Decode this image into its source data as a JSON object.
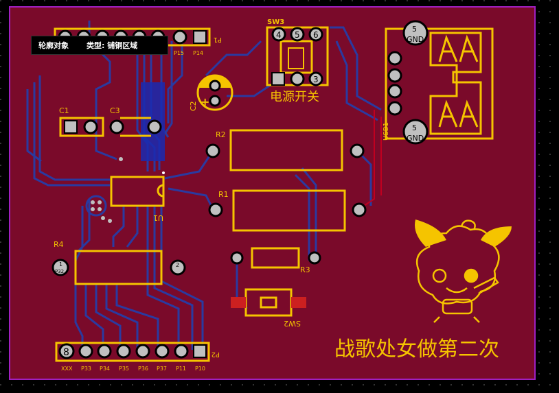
{
  "tooltip": {
    "object_label": "轮廓对象",
    "type_label": "类型: 铺铜区域"
  },
  "components": {
    "sw3": {
      "ref": "SW3",
      "pins": [
        "4",
        "5",
        "6",
        "3"
      ],
      "caption": "电源开关"
    },
    "usb1": {
      "ref": "USB1",
      "pad_label_top": "5",
      "pad_label_bottom": "5",
      "gnd": "GND"
    },
    "c1": {
      "ref": "C1"
    },
    "c3": {
      "ref": "C3"
    },
    "c2": {
      "ref": "C2",
      "polarity": "+"
    },
    "r1": {
      "ref": "R1"
    },
    "r2": {
      "ref": "R2"
    },
    "r3": {
      "ref": "R3"
    },
    "r4": {
      "ref": "R4",
      "pad_label": "P32",
      "pad_num": "1",
      "pad2_num": "2"
    },
    "u1": {
      "ref": "U1"
    },
    "sw2": {
      "ref": "SW2"
    },
    "p1": {
      "ref": "P1",
      "pins": [
        "P15",
        "P14"
      ]
    },
    "p2": {
      "ref": "P2",
      "first_pad": "8",
      "pins": [
        "XXX",
        "P33",
        "P34",
        "P35",
        "P36",
        "P37",
        "P11",
        "P10"
      ]
    }
  },
  "board_text": "战歌处女做第二次",
  "colors": {
    "board": "#7a0a2a",
    "outline": "#a020c0",
    "silk": "#f5c400",
    "trace": "#2a3aa0",
    "pad": "#c0c0c0"
  }
}
